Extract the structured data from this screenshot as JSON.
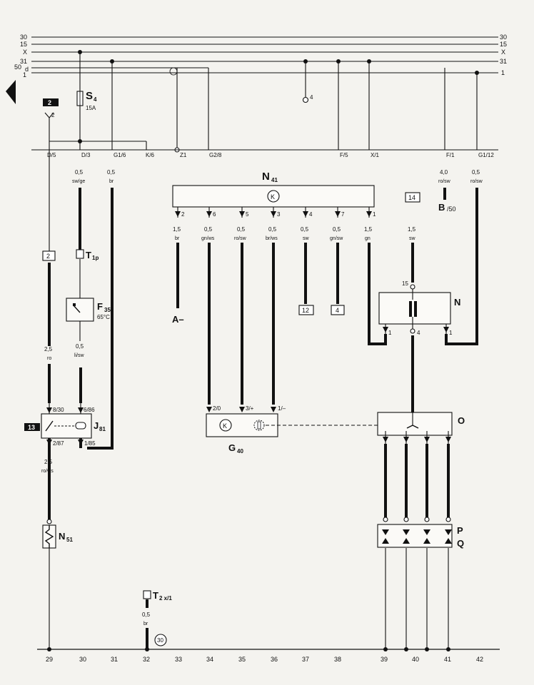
{
  "bus_lines": [
    {
      "left": "30",
      "right": "30"
    },
    {
      "left": "15",
      "right": "15"
    },
    {
      "left": "X",
      "right": "X"
    },
    {
      "left": "31",
      "right": "31"
    },
    {
      "left": "50",
      "left_sub": "d",
      "right": "1"
    }
  ],
  "bus_extra_left": "1",
  "relay_markers": [
    "2",
    "13"
  ],
  "fuse": {
    "name": "S",
    "sub": "4",
    "rating": "15A"
  },
  "y_label": "2",
  "node_4": "4",
  "conn_labels": [
    "D/5",
    "D/3",
    "G1/6",
    "K/6",
    "Z1",
    "G2/8",
    "F/5",
    "X/1",
    "F/1",
    "G1/12"
  ],
  "wire_specs": [
    {
      "size": "0,5",
      "color": "sw/ge"
    },
    {
      "size": "0,5",
      "color": "br"
    },
    {
      "size": "4,0",
      "color": "ro/sw"
    },
    {
      "size": "0,5",
      "color": "ro/sw"
    }
  ],
  "B50": {
    "name": "B",
    "sub": "/50"
  },
  "N41": {
    "name": "N",
    "sub": "41",
    "symbol": "K"
  },
  "n41_pins": [
    {
      "pin": "2",
      "size": "1,5",
      "color": "br"
    },
    {
      "pin": "6",
      "size": "0,5",
      "color": "gn/ws"
    },
    {
      "pin": "5",
      "size": "0,5",
      "color": "ro/sw"
    },
    {
      "pin": "3",
      "size": "0,5",
      "color": "br/ws"
    },
    {
      "pin": "4",
      "size": "0,5",
      "color": "sw"
    },
    {
      "pin": "7",
      "size": "0,5",
      "color": "gn/sw"
    },
    {
      "pin": "1",
      "size": "1,5",
      "color": "gn"
    }
  ],
  "box_2": "2",
  "box_14": "14",
  "box_12": "12",
  "box_4": "4",
  "A_label": "A–",
  "wire_N_in": {
    "size": "1,5",
    "color": "sw"
  },
  "coil_N": {
    "name": "N",
    "top_pin": "15",
    "pins": [
      "1",
      "4",
      "1"
    ]
  },
  "T1p": {
    "name": "T",
    "sub": "1p"
  },
  "F35": {
    "name": "F",
    "sub": "35",
    "temp": "65°C"
  },
  "wire_left_ro": {
    "size": "2,5",
    "color": "ro"
  },
  "wire_f35_out": {
    "size": "0,5",
    "color": "li/sw"
  },
  "J81": {
    "name": "J",
    "sub": "81",
    "pins": [
      "8/30",
      "6/86",
      "2/87",
      "1/85"
    ]
  },
  "wire_j81_out": {
    "size": "2,5",
    "color": "ro/ws"
  },
  "N51": {
    "name": "N",
    "sub": "51"
  },
  "G40": {
    "name": "G",
    "sub": "40",
    "pins": [
      "2/0",
      "3/+",
      "1/–"
    ],
    "symbol": "K"
  },
  "O_label": "O",
  "P_label": "P",
  "Q_label": "Q",
  "T2": {
    "name": "T",
    "sub": "2 x/1",
    "size": "0,5",
    "color": "br",
    "ref": "30"
  },
  "bottom_numbers": [
    "29",
    "30",
    "31",
    "32",
    "33",
    "34",
    "35",
    "36",
    "37",
    "38",
    "39",
    "40",
    "41",
    "42"
  ]
}
